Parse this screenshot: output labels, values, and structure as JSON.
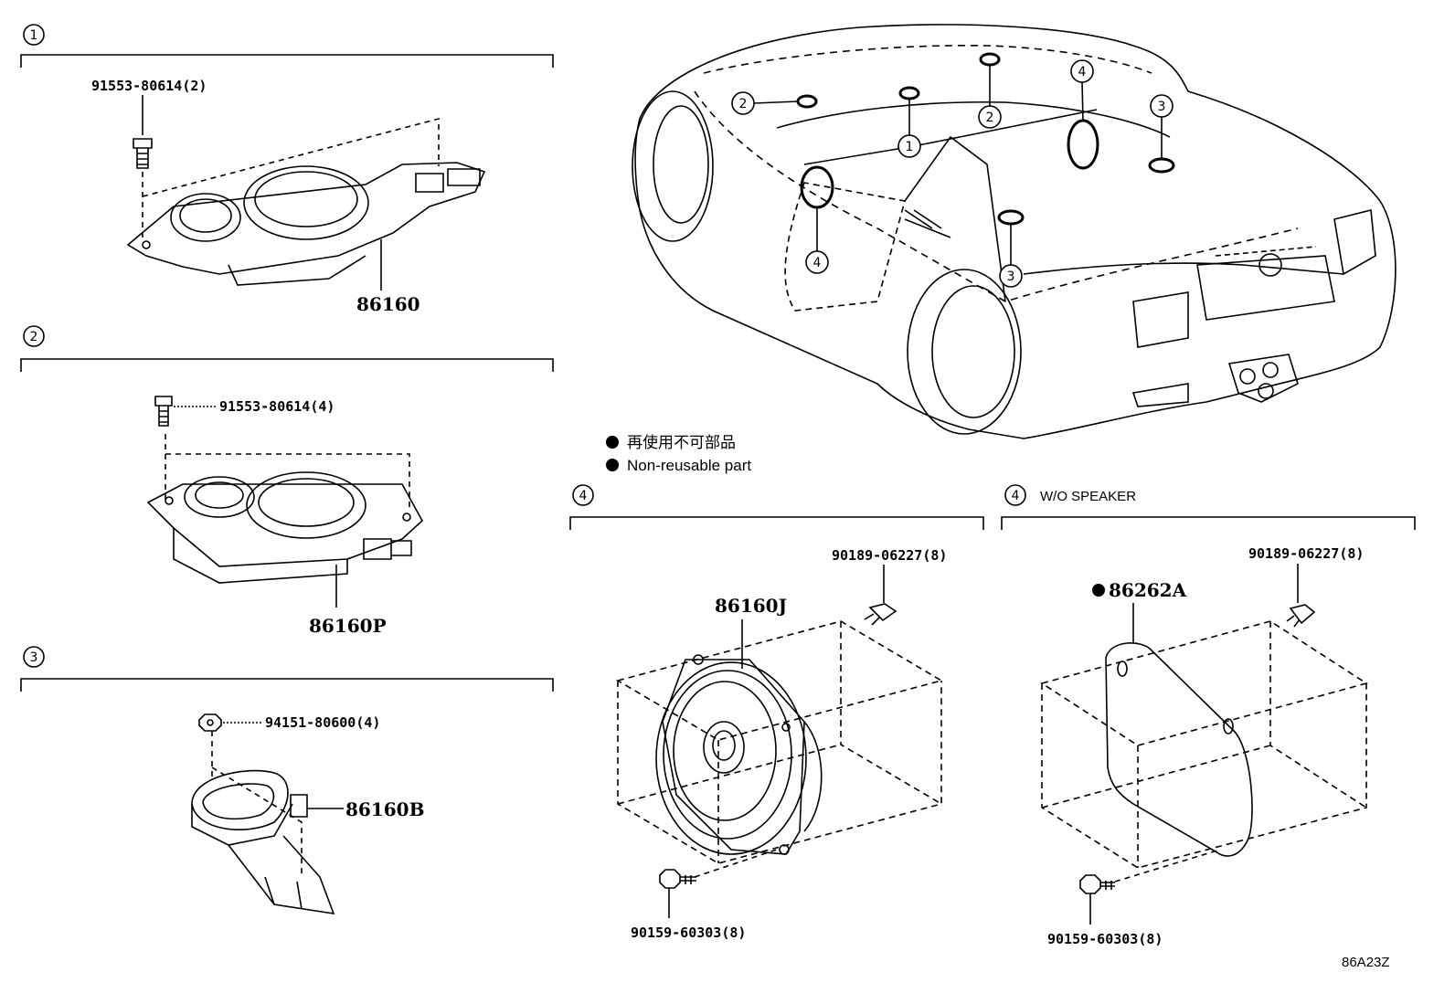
{
  "sections": [
    {
      "id": "1",
      "label": "1"
    },
    {
      "id": "2",
      "label": "2"
    },
    {
      "id": "3",
      "label": "3"
    },
    {
      "id": "4a",
      "label": "4"
    },
    {
      "id": "4b",
      "label": "4",
      "suffix": "W/O SPEAKER"
    }
  ],
  "parts": {
    "s1_bolt": "91553-80614(2)",
    "s1_unit": "86160",
    "s2_bolt": "91553-80614(4)",
    "s2_unit": "86160P",
    "s3_nut": "94151-80600(4)",
    "s3_unit": "86160B",
    "s4_clip": "90189-06227(8)",
    "s4_speaker": "86160J",
    "s4_screw": "90159-60303(8)",
    "s5_clip": "90189-06227(8)",
    "s5_cover": "86262A",
    "s5_screw": "90159-60303(8)"
  },
  "legend": {
    "jp": "再使用不可部品",
    "en": "Non-reusable part"
  },
  "car_callouts": [
    "2",
    "1",
    "2",
    "4",
    "3",
    "4",
    "3"
  ],
  "figure_code": "86A23Z"
}
